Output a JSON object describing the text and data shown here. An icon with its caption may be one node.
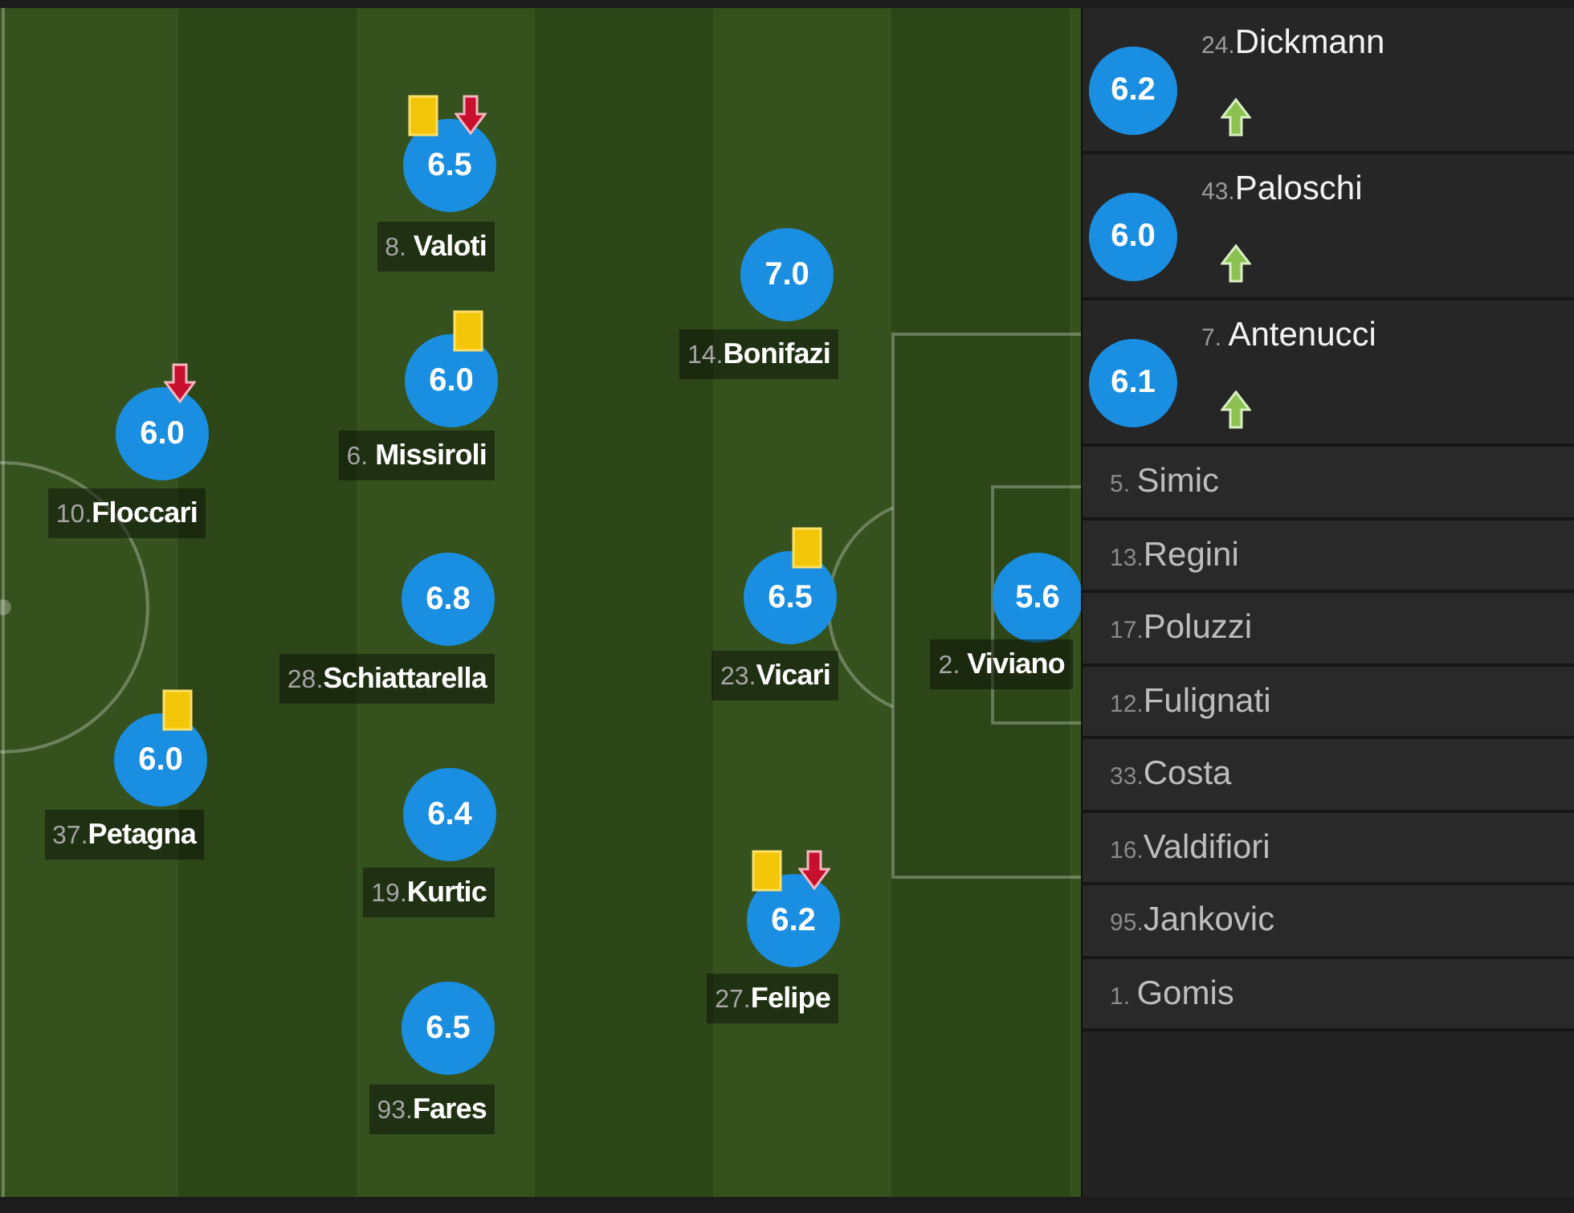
{
  "diagram": {
    "nodes": [
      {
        "text": [
          "6.0"
        ],
        "beside": [
          "10.**Floccari**"
        ]
      },
      {
        "text": [
          "6.0"
        ],
        "beside": [
          "37.**Petagna**"
        ]
      },
      {
        "text": [
          "6.5"
        ],
        "beside": [
          "8. **Valoti**"
        ]
      },
      {
        "text": [
          "6.0"
        ],
        "beside": [
          "6. **Missiroli**"
        ]
      },
      {
        "text": [
          "6.8"
        ],
        "beside": [
          "28.**Schiattarella**"
        ]
      },
      {
        "text": [
          "6.4"
        ],
        "beside": [
          "19.**Kurtic**"
        ]
      },
      {
        "text": [
          "6.5"
        ],
        "beside": [
          "93.**Fares**"
        ]
      },
      {
        "text": [
          "7.0"
        ],
        "beside": [
          "14.**Bonifazi**"
        ]
      },
      {
        "text": [
          "6.5"
        ],
        "beside": [
          "23.**Vicari**"
        ]
      },
      {
        "text": [
          "6.2"
        ],
        "beside": [
          "27.**Felipe**"
        ]
      },
      {
        "text": [
          "5.6"
        ],
        "beside": [
          "2. **Viviano**"
        ]
      },
      {
        "text": [
          "24.**Dickmann**"
        ]
      },
      {
        "text": [
          "6.2"
        ],
        "in": 11
      },
      {
        "text": [
          "43.**Paloschi**"
        ]
      },
      {
        "text": [
          "6.0"
        ],
        "in": 13
      },
      {
        "text": [
          "7. **Antenucci**"
        ]
      },
      {
        "text": [
          "6.1"
        ],
        "in": 15
      },
      {
        "text": [
          "5. **Simic**"
        ]
      },
      {
        "text": [
          "13.**Regini**"
        ]
      },
      {
        "text": [
          "17.**Poluzzi**"
        ]
      },
      {
        "text": [
          "12.**Fulignati**"
        ]
      },
      {
        "text": [
          "33.**Costa**"
        ]
      },
      {
        "text": [
          "16.**Valdifiori**"
        ]
      },
      {
        "text": [
          "95.**Jankovic**"
        ]
      },
      {
        "text": [
          "1. **Gomis**"
        ]
      }
    ]
  }
}
